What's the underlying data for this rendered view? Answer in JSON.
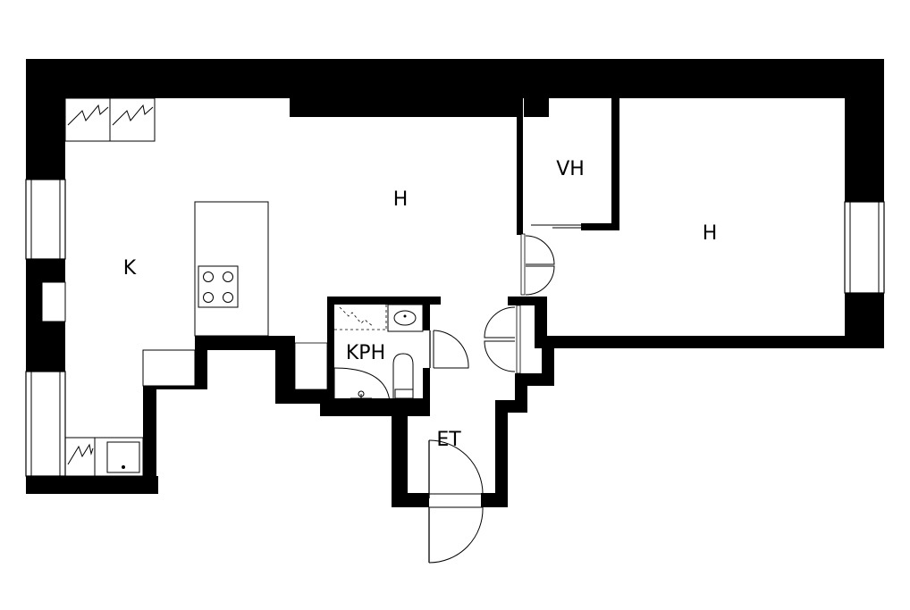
{
  "floorplan": {
    "rooms": {
      "living_main": "H",
      "walk_in_closet": "VH",
      "bedroom": "H",
      "kitchen": "K",
      "bathroom": "KPH",
      "entrance": "ET"
    }
  }
}
